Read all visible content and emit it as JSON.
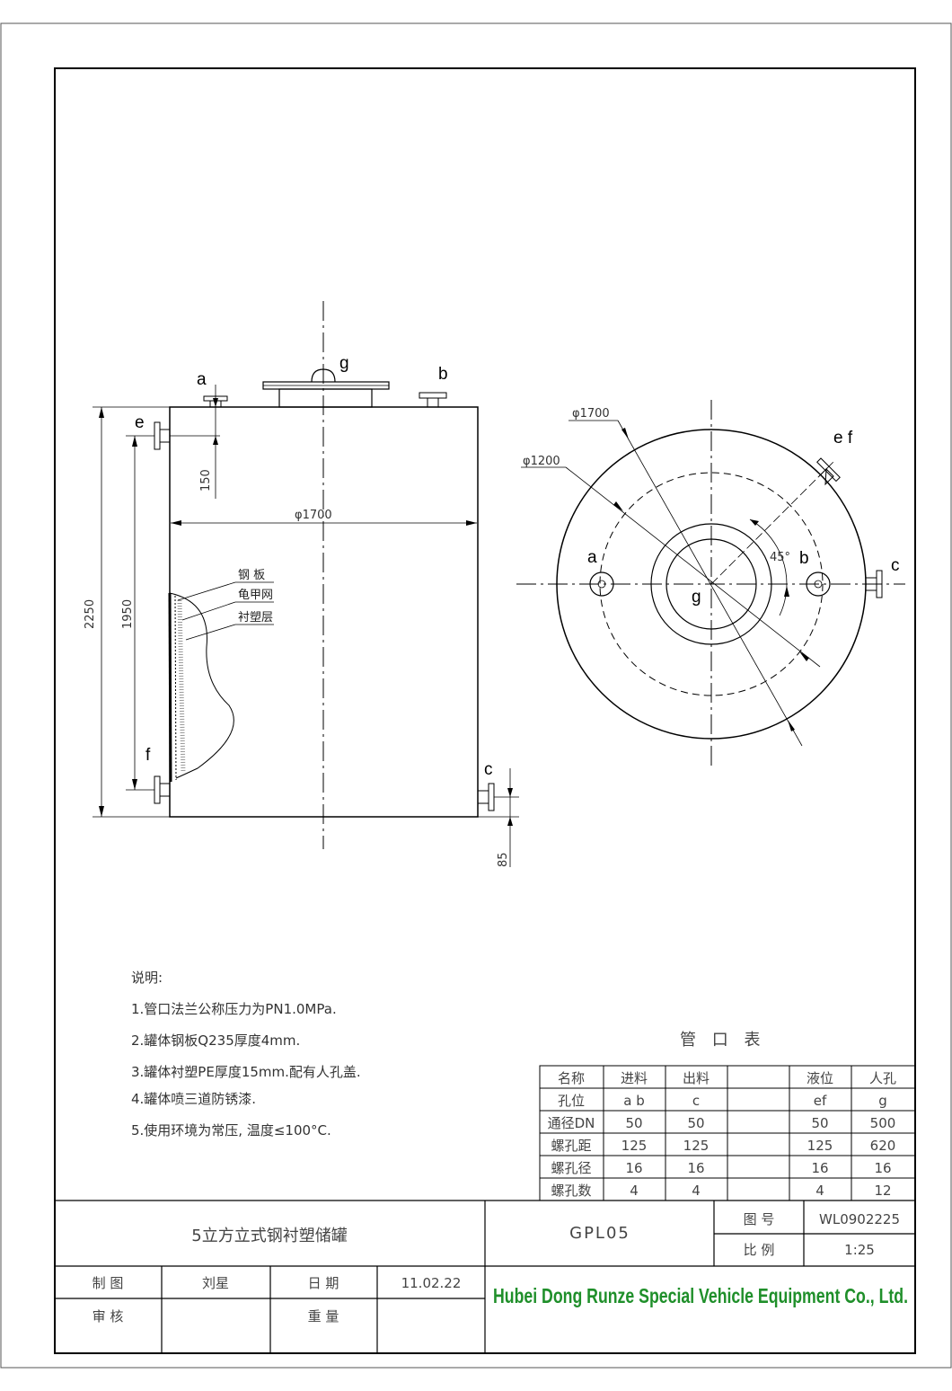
{
  "labels": {
    "a": "a",
    "b": "b",
    "c": "c",
    "e": "e",
    "f": "f",
    "g": "g",
    "ef": "e f"
  },
  "dimensions": {
    "top_flange_offset": "150",
    "diameter_side": "φ1700",
    "height_total": "2250",
    "height_liquid": "1950",
    "bottom_offset": "85",
    "diameter_outer": "φ1700",
    "diameter_bolt": "φ1200",
    "angle": "45°"
  },
  "layers": [
    "钢 板",
    "龟甲网",
    "衬塑层"
  ],
  "notes": {
    "heading": "说明:",
    "items": [
      "1.管口法兰公称压力为PN1.0MPa.",
      "2.罐体钢板Q235厚度4mm.",
      "3.罐体衬塑PE厚度15mm.配有人孔盖.",
      "4.罐体喷三道防锈漆.",
      "5.使用环境为常压, 温度≤100°C."
    ]
  },
  "nozzle_table": {
    "title": "管 口 表",
    "headers": [
      "名称",
      "进料",
      "出料",
      "",
      "液位",
      "人孔"
    ],
    "rows": [
      [
        "孔位",
        "a  b",
        "c",
        "",
        "ef",
        "g"
      ],
      [
        "通径DN",
        "50",
        "50",
        "",
        "50",
        "500"
      ],
      [
        "螺孔距",
        "125",
        "125",
        "",
        "125",
        "620"
      ],
      [
        "螺孔径",
        "16",
        "16",
        "",
        "16",
        "16"
      ],
      [
        "螺孔数",
        "4",
        "4",
        "",
        "4",
        "12"
      ]
    ]
  },
  "title_block": {
    "product_name": "5立方立式钢衬塑储罐",
    "model": "GPL05",
    "drawing_no_label": "图  号",
    "drawing_no": "WL0902225",
    "scale_label": "比  例",
    "scale": "1:25",
    "drawn_label": "制  图",
    "drawn_by": "刘星",
    "date_label": "日  期",
    "date": "11.02.22",
    "checked_label": "审  核",
    "weight_label": "重  量",
    "company": "Hubei Dong Runze Special Vehicle Equipment Co., Ltd."
  }
}
